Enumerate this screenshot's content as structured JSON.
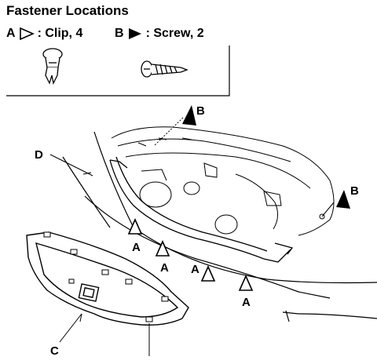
{
  "legend": {
    "title": "Fastener Locations",
    "item_a": {
      "letter": "A",
      "text": ": Clip, 4",
      "icon": "hollow-triangle-icon"
    },
    "item_b": {
      "letter": "B",
      "text": ": Screw, 2",
      "icon": "filled-triangle-icon"
    }
  },
  "callouts": {
    "a1": "A",
    "a2": "A",
    "a3": "A",
    "a4": "A",
    "b1": "B",
    "b2": "B",
    "c": "C",
    "d": "D"
  }
}
